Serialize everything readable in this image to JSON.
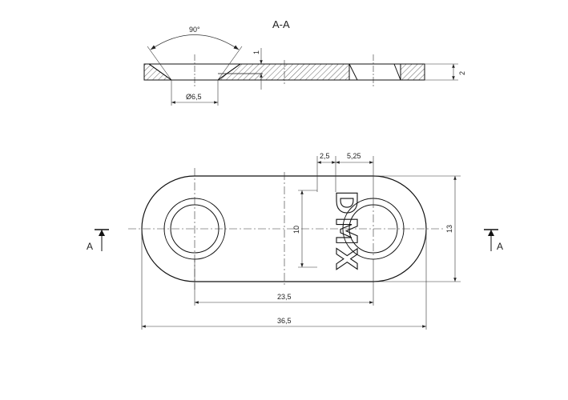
{
  "section_title": "A-A",
  "section_marker_left": "A",
  "section_marker_right": "A",
  "dimensions": {
    "countersink_angle": "90°",
    "hole_diameter": "Ø6,5",
    "step_depth": "1",
    "thickness": "2",
    "engraving_offset": "2,5",
    "engraving_to_hole": "5,25",
    "engraving_height": "10",
    "plate_height": "13",
    "hole_spacing": "23,5",
    "overall_length": "36,5"
  },
  "engraving_text": "DMX",
  "colors": {
    "line": "#111111",
    "dim_line": "#333333",
    "hatch": "#222222"
  }
}
